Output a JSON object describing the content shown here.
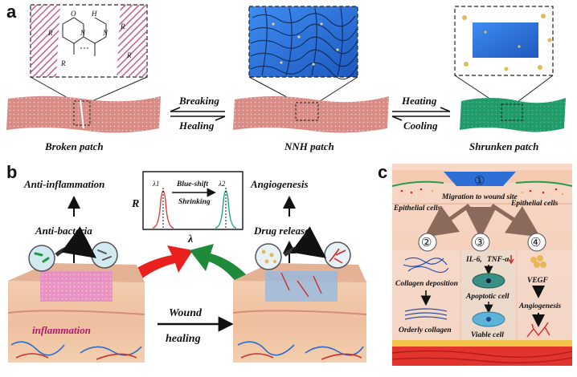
{
  "panel_a": {
    "letter": "a",
    "patches": {
      "broken": "Broken patch",
      "nnh": "NNH patch",
      "shrunken": "Shrunken patch"
    },
    "arrows_left": {
      "top": "Breaking",
      "bottom": "Healing"
    },
    "arrows_right": {
      "top": "Heating",
      "bottom": "Cooling"
    },
    "chem": {
      "r1": "R",
      "r2": "R",
      "r3": "R",
      "r4": "R",
      "o": "O",
      "n": "N",
      "h": "H"
    }
  },
  "panel_b": {
    "letter": "b",
    "left_top": "Anti-inflammation",
    "left_mid": "Anti-bacteria",
    "right_top": "Angiogenesis",
    "right_mid": "Drug release",
    "inflammation": "inflammation",
    "wound_1": "Wound",
    "wound_2": "healing",
    "spectrum": {
      "y_label": "R",
      "x_label": "λ",
      "l1": "λ1",
      "l2": "λ2",
      "arrow_top": "Blue-shift",
      "arrow_bottom": "Shrinking"
    }
  },
  "panel_c": {
    "letter": "c",
    "step1": "①",
    "step2": "②",
    "step3": "③",
    "step4": "④",
    "migration": "Migration to wound site",
    "epi_left": "Epithelial cells",
    "epi_right": "Epithelial cells",
    "collagen_dep": "Collagen deposition",
    "orderly": "Orderly collagen",
    "il6": "IL-6,",
    "tnf": "TNF-α",
    "apoptotic": "Apoptotic cell",
    "viable": "Viable cell",
    "vegf": "VEGF",
    "angio": "Angiogenesis"
  },
  "colors": {
    "patch_red": "#d98c86",
    "patch_green": "#1f9c6a",
    "gel_blue": "#2e6fd6",
    "arrow_red": "#e8201e",
    "arrow_green": "#1e8a3a",
    "skin": "#f1c9a8"
  }
}
